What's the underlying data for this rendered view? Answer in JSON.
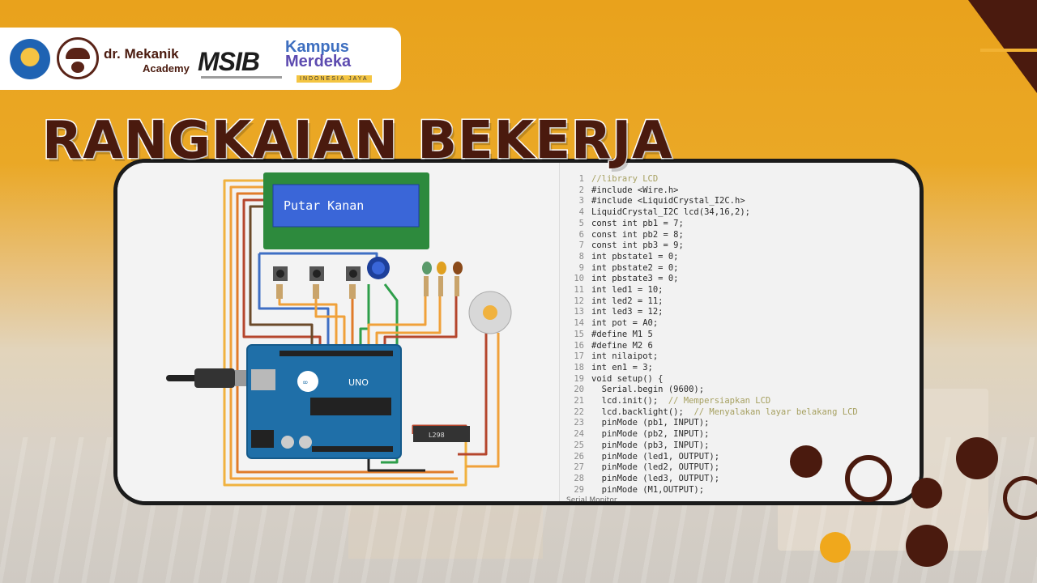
{
  "logos": {
    "drmekanik_line1": "dr. Mekanik",
    "drmekanik_line2": "Academy",
    "msib": "MSIB",
    "kampus": "Kampus",
    "merdeka": "Merdeka",
    "indonesia_jaya": "INDONESIA JAYA"
  },
  "title": "RANGKAIAN BEKERJA",
  "circuit": {
    "lcd_text": "Putar Kanan",
    "board_label": "UNO",
    "driver_label": "L298"
  },
  "code": {
    "lines": [
      {
        "n": "1",
        "t": "//library LCD",
        "comment": true
      },
      {
        "n": "2",
        "t": "#include <Wire.h>"
      },
      {
        "n": "3",
        "t": "#include <LiquidCrystal_I2C.h>"
      },
      {
        "n": "4",
        "t": "LiquidCrystal_I2C lcd(34,16,2);"
      },
      {
        "n": "5",
        "t": "const int pb1 = 7;"
      },
      {
        "n": "6",
        "t": "const int pb2 = 8;"
      },
      {
        "n": "7",
        "t": "const int pb3 = 9;"
      },
      {
        "n": "8",
        "t": "int pbstate1 = 0;"
      },
      {
        "n": "9",
        "t": "int pbstate2 = 0;"
      },
      {
        "n": "10",
        "t": "int pbstate3 = 0;"
      },
      {
        "n": "11",
        "t": "int led1 = 10;"
      },
      {
        "n": "12",
        "t": "int led2 = 11;"
      },
      {
        "n": "13",
        "t": "int led3 = 12;"
      },
      {
        "n": "14",
        "t": "int pot = A0;"
      },
      {
        "n": "15",
        "t": "#define M1 5"
      },
      {
        "n": "16",
        "t": "#define M2 6"
      },
      {
        "n": "17",
        "t": "int nilaipot;"
      },
      {
        "n": "18",
        "t": "int en1 = 3;"
      },
      {
        "n": "19",
        "t": "void setup() {"
      },
      {
        "n": "20",
        "t": "  Serial.begin (9600);"
      },
      {
        "n": "21",
        "t": "  lcd.init();  ",
        "c": "// Mempersiapkan LCD"
      },
      {
        "n": "22",
        "t": "  lcd.backlight();  ",
        "c": "// Menyalakan layar belakang LCD"
      },
      {
        "n": "23",
        "t": "  pinMode (pb1, INPUT);"
      },
      {
        "n": "24",
        "t": "  pinMode (pb2, INPUT);"
      },
      {
        "n": "25",
        "t": "  pinMode (pb3, INPUT);"
      },
      {
        "n": "26",
        "t": "  pinMode (led1, OUTPUT);"
      },
      {
        "n": "27",
        "t": "  pinMode (led2, OUTPUT);"
      },
      {
        "n": "28",
        "t": "  pinMode (led3, OUTPUT);"
      },
      {
        "n": "29",
        "t": "  pinMode (M1,OUTPUT);"
      }
    ],
    "serial_tab": "Serial Monitor"
  }
}
